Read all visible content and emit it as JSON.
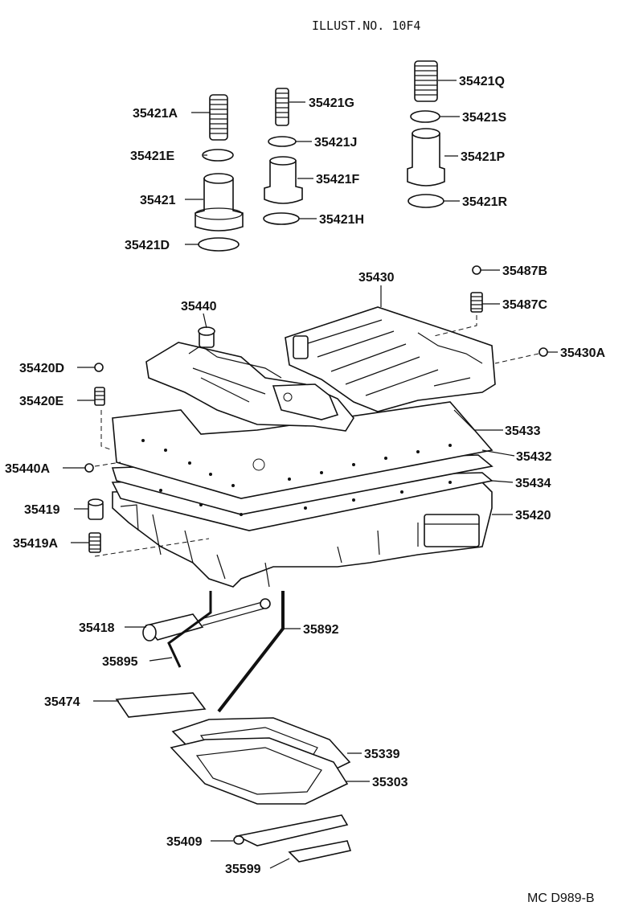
{
  "header": {
    "title": "ILLUST.NO. 10F4"
  },
  "footer": {
    "code": "MC  D989-B"
  },
  "labels": {
    "p35421A": "35421A",
    "p35421E": "35421E",
    "p35421": "35421",
    "p35421D": "35421D",
    "p35421G": "35421G",
    "p35421J": "35421J",
    "p35421F": "35421F",
    "p35421H": "35421H",
    "p35421Q": "35421Q",
    "p35421S": "35421S",
    "p35421P": "35421P",
    "p35421R": "35421R",
    "p35430": "35430",
    "p35487B": "35487B",
    "p35487C": "35487C",
    "p35440": "35440",
    "p35430A": "35430A",
    "p35420D": "35420D",
    "p35420E": "35420E",
    "p35433": "35433",
    "p35432": "35432",
    "p35440A": "35440A",
    "p35434": "35434",
    "p35419": "35419",
    "p35420": "35420",
    "p35419A": "35419A",
    "p35418": "35418",
    "p35892": "35892",
    "p35895": "35895",
    "p35474": "35474",
    "p35339": "35339",
    "p35303": "35303",
    "p35409": "35409",
    "p35599": "35599"
  }
}
